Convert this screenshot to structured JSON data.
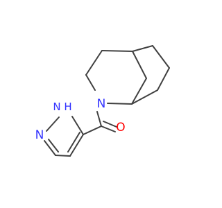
{
  "colors": {
    "bond": "#404040",
    "nitrogen": "#3333ff",
    "oxygen": "#ff0000",
    "background": "#ffffff"
  },
  "labels": {
    "ring_nitrogen": "N",
    "pyrazole_nh_n": "N",
    "pyrazole_nh_h": "H",
    "pyrazole_n": "N",
    "carbonyl_o": "O"
  }
}
